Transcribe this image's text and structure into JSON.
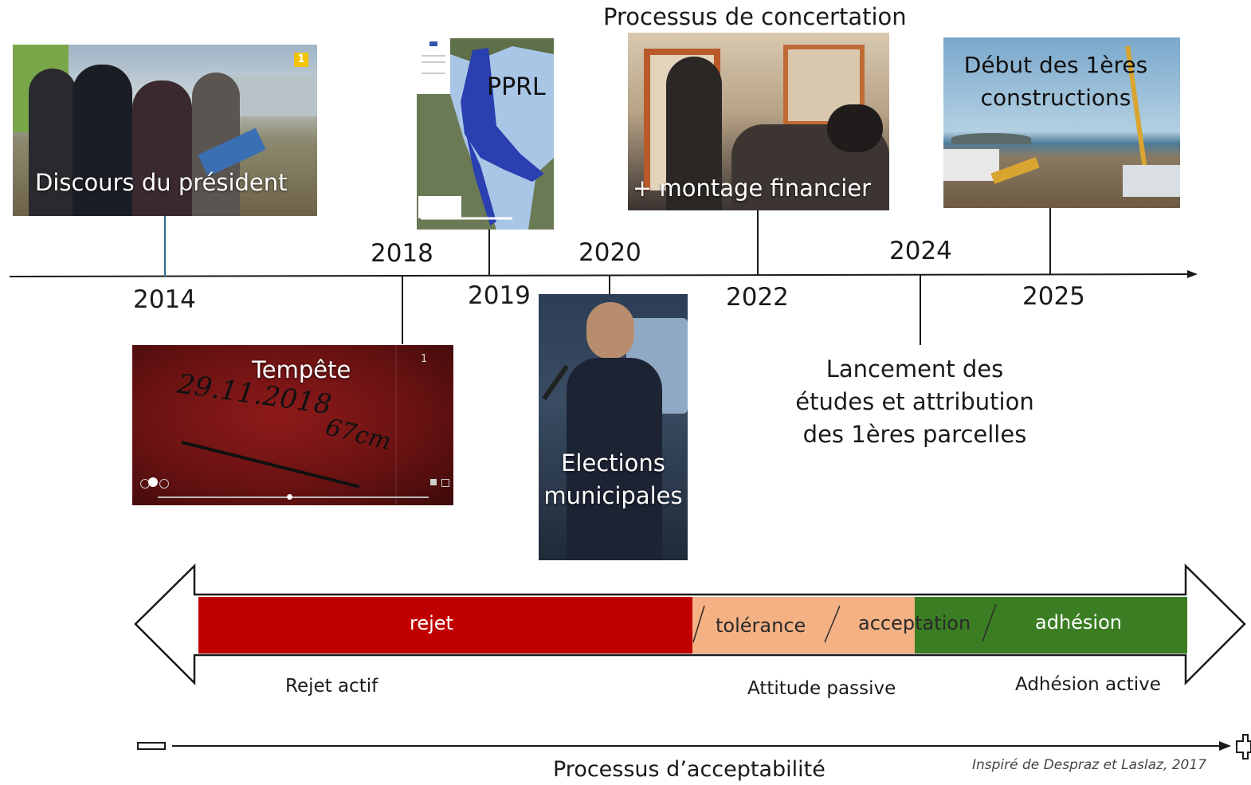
{
  "timeline": {
    "years": [
      "2014",
      "2018",
      "2019",
      "2020",
      "2022",
      "2024",
      "2025"
    ]
  },
  "events": {
    "president": "Discours du président",
    "pprl": "PPRL",
    "concertation_title": "Processus de concertation",
    "concertation_caption": "+ montage financier",
    "construction_line1": "Début des 1ères",
    "construction_line2": "constructions",
    "storm_title": "Tempête",
    "storm_handwriting_date": "29.11.2018",
    "storm_handwriting_height": "67cm",
    "storm_badge": "1",
    "president_badge": "1",
    "elections_line1": "Elections",
    "elections_line2": "municipales",
    "studies_line1": "Lancement des",
    "studies_line2": "études et attribution",
    "studies_line3": "des 1ères parcelles"
  },
  "scale": {
    "rejet": "rejet",
    "tolerance": "tolérance",
    "acceptation": "acceptation",
    "adhesion": "adhésion",
    "rejet_actif": "Rejet actif",
    "attitude_passive": "Attitude passive",
    "adhesion_active": "Adhésion active",
    "colors": {
      "rejet": "#c00000",
      "tolerance": "#f4b183",
      "adhesion": "#3a7d22"
    }
  },
  "footer": {
    "process": "Processus d’acceptabilité",
    "credit": "Inspiré de Despraz et Laslaz, 2017"
  }
}
